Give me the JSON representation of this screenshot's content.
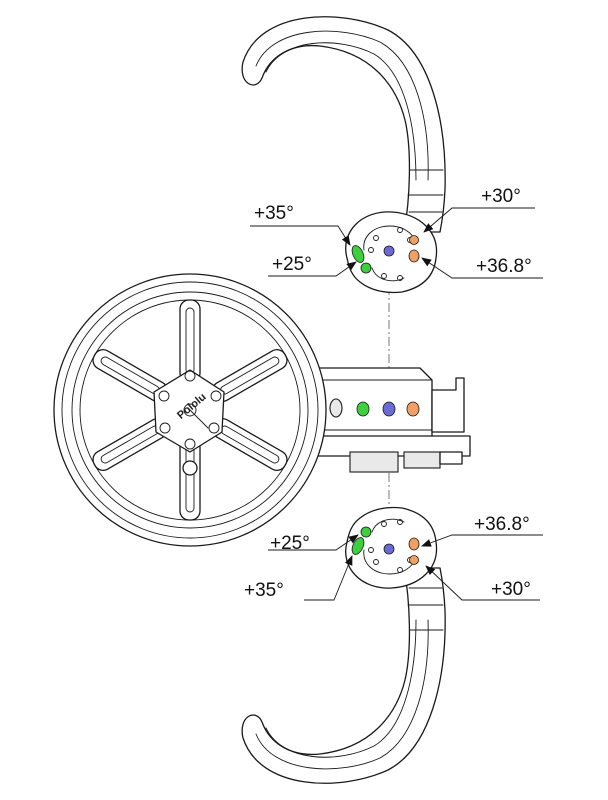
{
  "labels": {
    "top_left_upper": "+35°",
    "top_left_lower": "+25°",
    "top_right_upper": "+30°",
    "top_right_lower": "+36.8°",
    "bottom_left_upper": "+25°",
    "bottom_left_lower": "+35°",
    "bottom_right_upper": "+36.8°",
    "bottom_right_lower": "+30°"
  },
  "logo_text": "Pololu",
  "colors": {
    "green": "#3ecf3e",
    "blue": "#6b6bd6",
    "orange": "#f0a064",
    "line": "#1a1a1a"
  }
}
